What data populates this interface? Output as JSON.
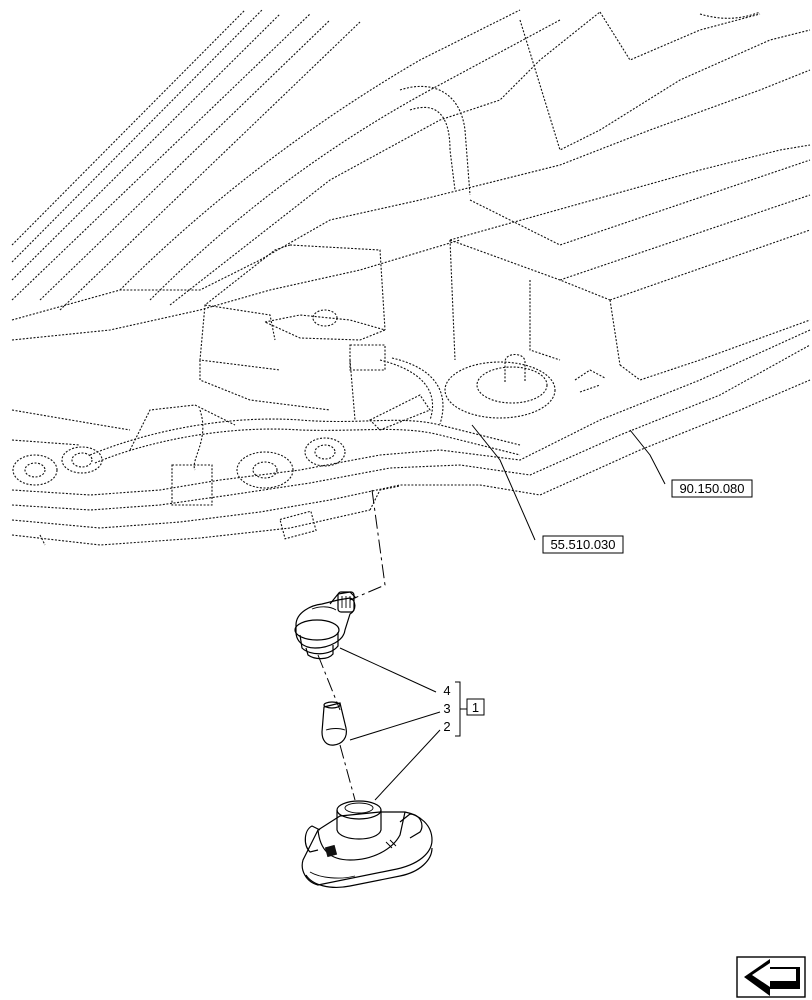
{
  "callouts": {
    "ref_harness": "55.510.030",
    "ref_frame": "90.150.080"
  },
  "item_numbers": {
    "item_4": "4",
    "item_3": "3",
    "item_2": "2",
    "group": "1"
  },
  "icons": {
    "view_direction": "arrow-lower-left-icon"
  }
}
